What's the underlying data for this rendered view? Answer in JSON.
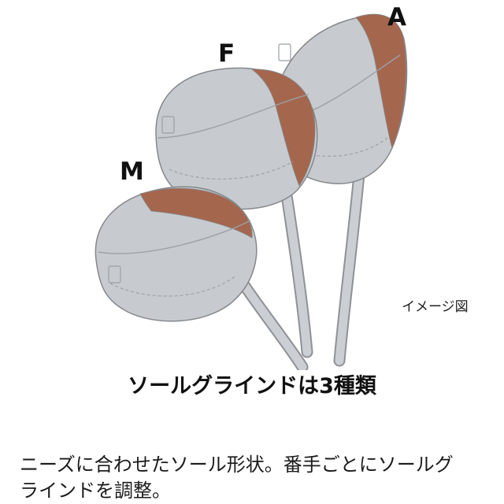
{
  "illustration": {
    "caption": "イメージ図",
    "wedges": [
      {
        "id": "m",
        "label": "M"
      },
      {
        "id": "f",
        "label": "F"
      },
      {
        "id": "a",
        "label": "A"
      }
    ],
    "colors": {
      "copper": "#A5664E",
      "head": "#C7CBCF",
      "head_stroke": "#84888C",
      "shaft": "#CBCFD3",
      "shaft_edge": "#8E9296"
    }
  },
  "title": "ソールグラインドは3種類",
  "body": "ニーズに合わせたソール形状。番手ごとにソールグラインドを調整。"
}
